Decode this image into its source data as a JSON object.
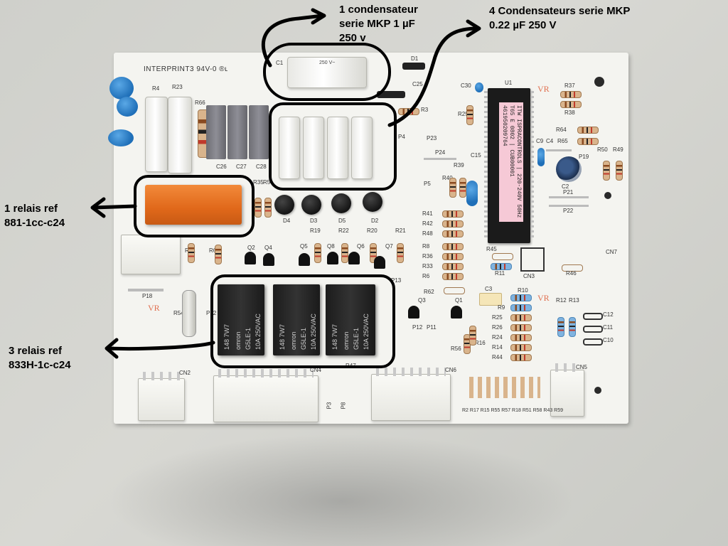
{
  "annotations": {
    "c1": {
      "line1": "1 condensateur",
      "line2": "serie MKP 1 µF",
      "line3": "250 v"
    },
    "c_mkp4": {
      "line1": "4 Condensateurs serie MKP",
      "line2": "0.22 µF 250 V"
    },
    "relay1": {
      "line1": "1 relais ref",
      "line2": "881-1cc-c24"
    },
    "relay3": {
      "line1": "3 relais ref",
      "line2": "833H-1c-c24"
    }
  },
  "board": {
    "manufacturer_mark": "INTERPRINT3 94V-0 ®ʟ",
    "chip_label": "ITW ISPRACONTROLS | 220-240V 50Hz T65 E 0802 | CUB00001 461950209764",
    "cap_c1_label": "250 V~",
    "relay_brand": "omron",
    "relay_model": "G5LE-1",
    "relay_code": "148 7W7",
    "relay_rating": "10A 250VAC",
    "resistor_labels": {
      "r4": "R4",
      "r23": "R23",
      "r66": "R66",
      "r3": "R3",
      "r29": "R29",
      "r37": "R37",
      "r38": "R38",
      "r64": "R64",
      "r65": "R65",
      "r50": "R50",
      "r49": "R49",
      "r40": "R40",
      "r39": "R39",
      "r41": "R41",
      "r42": "R42",
      "r48": "R48",
      "r8": "R8",
      "r36": "R36",
      "r33": "R33",
      "r6": "R6",
      "r62": "R62",
      "r45": "R45",
      "r11": "R11",
      "r46": "R46",
      "r10": "R10",
      "r9": "R9",
      "r25": "R25",
      "r26": "R26",
      "r24": "R24",
      "r14": "R14",
      "r44": "R44",
      "r12": "R12",
      "r13": "R13",
      "r35": "R35",
      "r5": "R5",
      "r19": "R19",
      "r22": "R22",
      "r20": "R20",
      "r21": "R21",
      "r61": "R61",
      "r60": "R60",
      "r54": "R54",
      "r56": "R56",
      "r16": "R16",
      "r47": "R47"
    },
    "component_labels": {
      "c1": "C1",
      "d1": "D1",
      "c25": "C25",
      "c30": "C30",
      "u1": "U1",
      "c26": "C26",
      "c27": "C27",
      "c28": "C28",
      "c9": "C9",
      "c4": "C4",
      "p19": "P19",
      "c15": "C15",
      "c2": "C2",
      "p21": "P21",
      "p22": "P22",
      "p4": "P4",
      "p23": "P23",
      "p24": "P24",
      "p5": "P5",
      "d4": "D4",
      "d3": "D3",
      "d5": "D5",
      "d2": "D2",
      "q2": "Q2",
      "q4": "Q4",
      "q5": "Q5",
      "q8": "Q8",
      "q6": "Q6",
      "q7": "Q7",
      "q3": "Q3",
      "q1": "Q1",
      "cn3": "CN3",
      "cn7": "CN7",
      "c3": "C3",
      "p13": "P13",
      "p12": "P12",
      "p11": "P11",
      "p18": "P18",
      "c12": "C12",
      "c11": "C11",
      "c10": "C10",
      "cn2": "CN2",
      "cn4": "CN4",
      "cn6": "CN6",
      "cn5": "CN5",
      "p3": "P3",
      "p8": "P8",
      "vr1": "VR",
      "vr2": "VR",
      "vr3": "VR"
    },
    "bottom_resistor_row": "R2 R17 R15 R55 R57 R18 R51 R58 R43 R59"
  }
}
